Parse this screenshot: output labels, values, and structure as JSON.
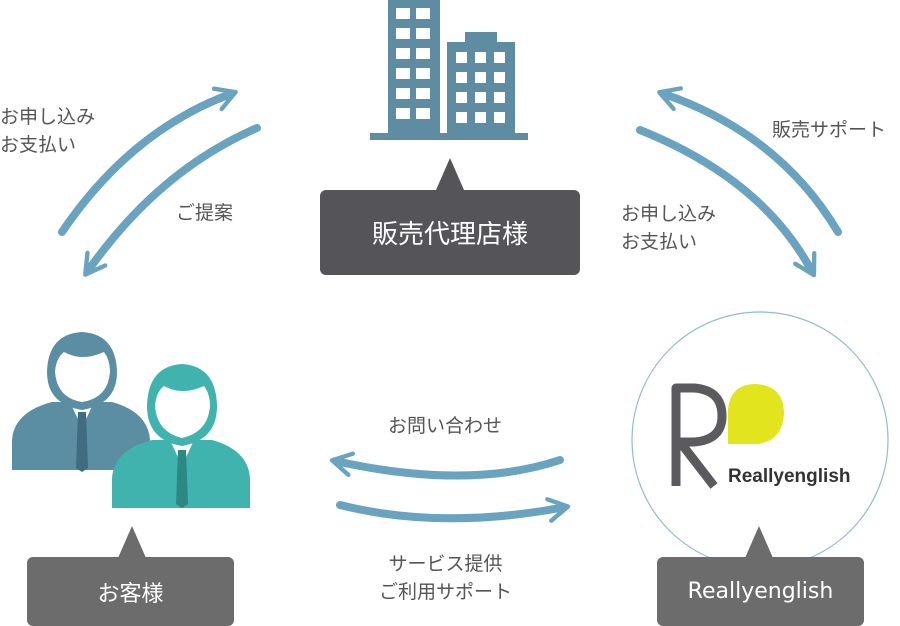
{
  "labels": {
    "left_top": [
      "お申し込み",
      "お支払い"
    ],
    "left_proposal": "ご提案",
    "right_sales_support": "販売サポート",
    "right_apply": [
      "お申し込み",
      "お支払い"
    ],
    "inquiry": "お問い合わせ",
    "service": [
      "サービス提供",
      "ご利用サポート"
    ]
  },
  "boxes": {
    "agency": "販売代理店様",
    "customer": "お客様",
    "reallyenglish": "Reallyenglish"
  },
  "logo": {
    "wordmark": "Reallyenglish"
  },
  "colors": {
    "arrow": "#6aa3bf",
    "building": "#5e8da3",
    "person_back": "#5b8ea3",
    "person_front": "#41b3ae",
    "box_dark": "#555459",
    "box_gray": "#6c6c6c",
    "logo_yellow": "#e2e41d",
    "logo_gray": "#5b5b5f",
    "circle": "#8fbccf"
  },
  "icons": [
    "building-icon",
    "customer-people-icon",
    "reallyenglish-logo-icon"
  ]
}
